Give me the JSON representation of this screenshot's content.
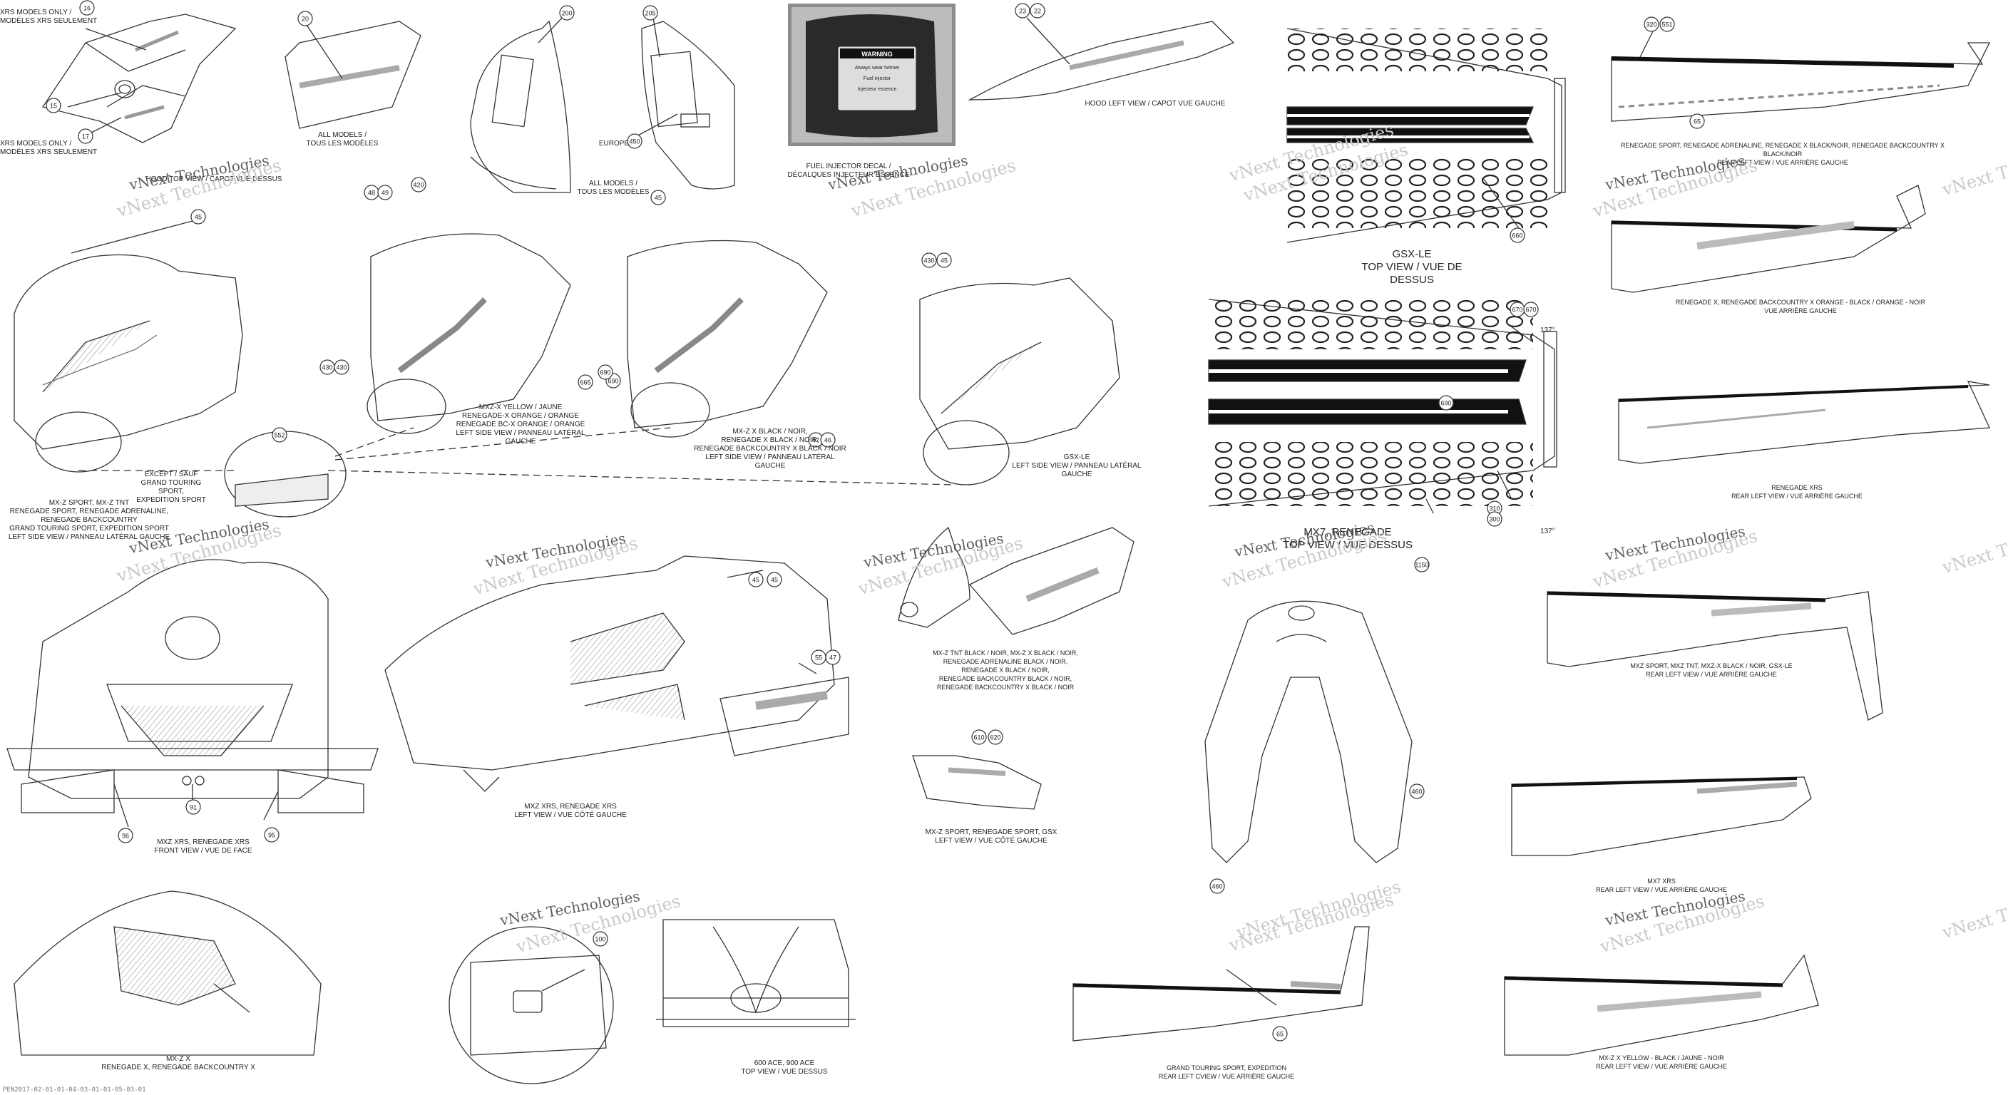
{
  "callouts": [
    "16",
    "15",
    "17",
    "20",
    "200",
    "205",
    "450",
    "23",
    "22",
    "45",
    "48",
    "49",
    "420",
    "430",
    "47",
    "46",
    "35",
    "552",
    "690",
    "665",
    "660",
    "670",
    "310",
    "300",
    "320",
    "551",
    "65",
    "55",
    "91",
    "96",
    "95",
    "610",
    "620",
    "460",
    "100",
    "1150"
  ],
  "angle_marks": [
    "137°",
    "137°"
  ],
  "captions": {
    "xrs_only_top": "XRS MODELS ONLY /\nMODÈLES XRS SEULEMENT",
    "xrs_only_bottom": "XRS MODELS ONLY /\nMODÈLES XRS SEULEMENT",
    "hood_top_view": "HOOD TOP VIEW / CAPOT VUE DESSUS",
    "all_models_1": "ALL MODELS /\nTOUS LES MODÈLES",
    "all_models_2": "ALL MODELS /\nTOUS LES MODÈLES",
    "europe": "EUROPE",
    "fuel_injector": "FUEL INJECTOR DECAL /\nDÉCALQUES INJECTEUR ESSENCE",
    "hood_left": "HOOD LEFT VIEW / CAPOT VUE GAUCHE",
    "gsx_le_title": "GSX-LE",
    "gsx_le_sub": "TOP VIEW / VUE DE DESSUS",
    "mx_sport": "MX-Z SPORT, MX-Z TNT\nRENEGADE SPORT, RENEGADE ADRENALINE, RENEGADE BACKCOUNTRY\nGRAND TOURING SPORT, EXPEDITION SPORT\nLEFT SIDE VIEW / PANNEAU LATÉRAL GAUCHE",
    "except": "EXCEPT / SAUF\nGRAND TOURING SPORT,\nEXPEDITION SPORT",
    "mxz_yellow": "MXZ-X YELLOW / JAUNE\nRENEGADE-X ORANGE / ORANGE\nRENEGADE BC-X ORANGE / ORANGE\nLEFT SIDE VIEW / PANNEAU LATÉRAL GAUCHE",
    "mxz_black": "MX-Z X BLACK / NOIR,\nRENEGADE X BLACK / NOIR,\nRENEGADE BACKCOUNTRY X BLACK / NOIR\nLEFT SIDE VIEW / PANNEAU LATÉRAL GAUCHE",
    "gsx_side": "GSX-LE\nLEFT SIDE VIEW / PANNEAU LATÉRAL GAUCHE",
    "mx7_title": "MX7, RENEGADE",
    "mx7_sub": "TOP VIEW / VUE DESSUS",
    "rear1": "RENEGADE SPORT, RENEGADE ADRENALINE, RENEGADE X BLACK/NOIR, RENEGADE BACKCOUNTRY X BLACK/NOIR\nREAR LEFT VIEW / VUE ARRIÈRE GAUCHE",
    "rear2": "RENEGADE X, RENEGADE BACKCOUNTRY X ORANGE - BLACK / ORANGE - NOIR\nVUE ARRIÈRE GAUCHE",
    "rear3": "RENEGADE XRS\nREAR LEFT VIEW / VUE ARRIÈRE GAUCHE",
    "rear4": "MXZ SPORT, MXZ TNT, MXZ-X BLACK / NOIR, GSX-LE\nREAR LEFT VIEW / VUE ARRIÈRE GAUCHE",
    "rear5": "MX7 XRS\nREAR LEFT VIEW / VUE ARRIÈRE GAUCHE",
    "rear6": "MX-Z X YELLOW - BLACK / JAUNE - NOIR\nREAR LEFT VIEW / VUE ARRIÈRE GAUCHE",
    "front_view": "MXZ XRS, RENEGADE XRS\nFRONT VIEW / VUE DE FACE",
    "left_cote": "MXZ XRS, RENEGADE XRS\nLEFT VIEW / VUE CÔTÉ GAUCHE",
    "mxz_tnt": "MX-Z TNT BLACK / NOIR, MX-Z X BLACK / NOIR,\nRENEGADE ADRENALINE BLACK / NOIR,\nRENEGADE X BLACK / NOIR,\nRENEGADE BACKCOUNTRY BLACK / NOIR,\nRENEGADE BACKCOUNTRY X BLACK / NOIR",
    "mxz_sport_gsx": "MX-Z SPORT, RENEGADE SPORT, GSX\nLEFT VIEW / VUE CÔTÉ GAUCHE",
    "mxz_x_bottom": "MX-Z X\nRENEGADE X, RENEGADE BACKCOUNTRY X",
    "ace": "600 ACE, 900 ACE\nTOP VIEW / VUE DESSUS",
    "grand_touring": "GRAND TOURING SPORT, EXPEDITION\nREAR LEFT CVIEW / VUE ARRIÈRE GAUCHE"
  },
  "warning_label": {
    "title": "WARNING",
    "line1": "Always wear helmet",
    "line2": "Fuel injector",
    "line3": "Injecteur essence"
  },
  "watermark": "vNext Technologies",
  "footer": "PEN2017-02-01-01-04-03-01-01-05-03-01"
}
